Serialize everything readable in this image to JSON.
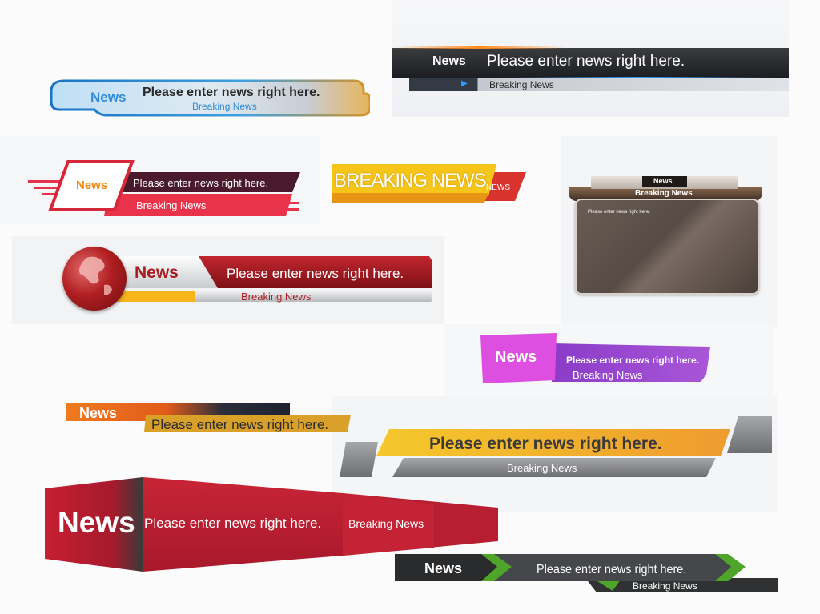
{
  "banners": {
    "b1": {
      "label": "News",
      "headline": "Please enter news right here.",
      "sub": "Breaking News"
    },
    "b2": {
      "label": "News",
      "headline": "Please enter news right here.",
      "sub": "Breaking News"
    },
    "b3": {
      "label": "News",
      "headline": "Please enter news right here.",
      "sub": "Breaking News"
    },
    "b4": {
      "title": "BREAKING NEWS",
      "tag": "NEWS"
    },
    "b5": {
      "label": "News",
      "sub": "Breaking News",
      "body": "Please enter news right here."
    },
    "b6": {
      "label": "News",
      "headline": "Please enter news right here.",
      "sub": "Breaking News"
    },
    "b7": {
      "label": "News",
      "headline": "Please enter news right here.",
      "sub": "Breaking News"
    },
    "b8": {
      "label": "News",
      "headline": "Please enter news right here."
    },
    "b9": {
      "headline": "Please enter news right here.",
      "sub": "Breaking News"
    },
    "b10": {
      "label": "News",
      "headline": "Please enter news right here.",
      "sub": "Breaking News"
    },
    "b11": {
      "label": "News",
      "headline": "Please enter news right here.",
      "sub": "Breaking News"
    }
  },
  "colors": {
    "blue": "#2f8ad8",
    "red": "#c0202a",
    "orange": "#f08a1a",
    "yellow": "#f2c21a",
    "purple": "#a23fd4",
    "magenta": "#e04ee0",
    "dark": "#2e2f31",
    "green": "#4ea52a",
    "brown": "#5b4e47"
  }
}
